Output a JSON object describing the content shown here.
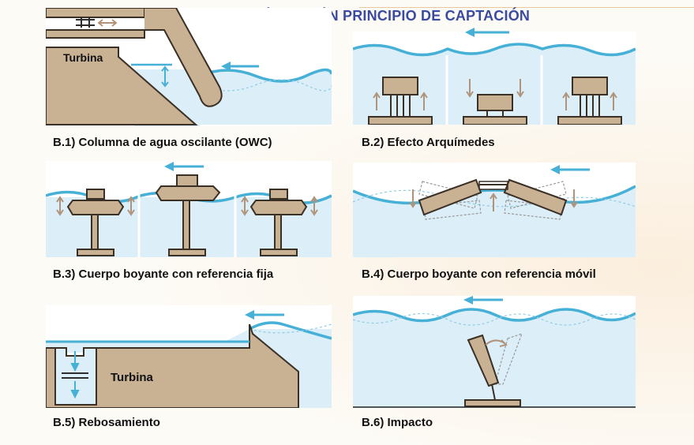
{
  "title": "CLASIFICACIÓN SEGÚN PRINCIPIO DE CAPTACIÓN",
  "colors": {
    "water": "#dceef8",
    "wave": "#46b0d6",
    "structure": "#c9b194",
    "outline": "#3b3026",
    "arrow_water": "#46b0d6",
    "arrow_motion": "#b0937a",
    "title": "#3a4aa0"
  },
  "panels": [
    {
      "caption": "B.1) Columna de agua oscilante (OWC)",
      "label": "Turbina"
    },
    {
      "caption": "B.2) Efecto Arquímedes"
    },
    {
      "caption": "B.3) Cuerpo boyante con referencia fija"
    },
    {
      "caption": "B.4) Cuerpo boyante con referencia móvil"
    },
    {
      "caption": "B.5) Rebosamiento",
      "label": "Turbina"
    },
    {
      "caption": "B.6) Impacto"
    }
  ]
}
